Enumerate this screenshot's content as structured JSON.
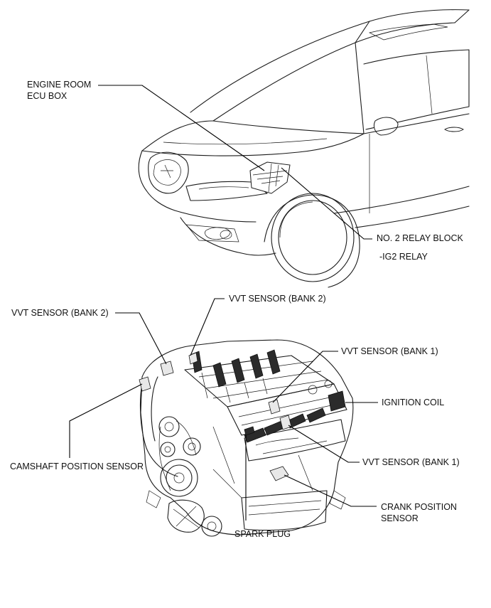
{
  "labels": {
    "engine_room_ecu_box_line1": "ENGINE ROOM",
    "engine_room_ecu_box_line2": "ECU BOX",
    "no2_relay_block": "NO. 2 RELAY BLOCK",
    "ig2_relay": "-IG2 RELAY",
    "vvt_sensor_bank2_left": "VVT SENSOR (BANK 2)",
    "vvt_sensor_bank2_top": "VVT SENSOR (BANK 2)",
    "vvt_sensor_bank1_upper": "VVT SENSOR (BANK 1)",
    "ignition_coil": "IGNITION COIL",
    "camshaft_position_sensor": "CAMSHAFT POSITION SENSOR",
    "vvt_sensor_bank1_lower": "VVT SENSOR (BANK 1)",
    "crank_position_sensor_line1": "CRANK POSITION",
    "crank_position_sensor_line2": "SENSOR",
    "spark_plug": "SPARK PLUG"
  }
}
